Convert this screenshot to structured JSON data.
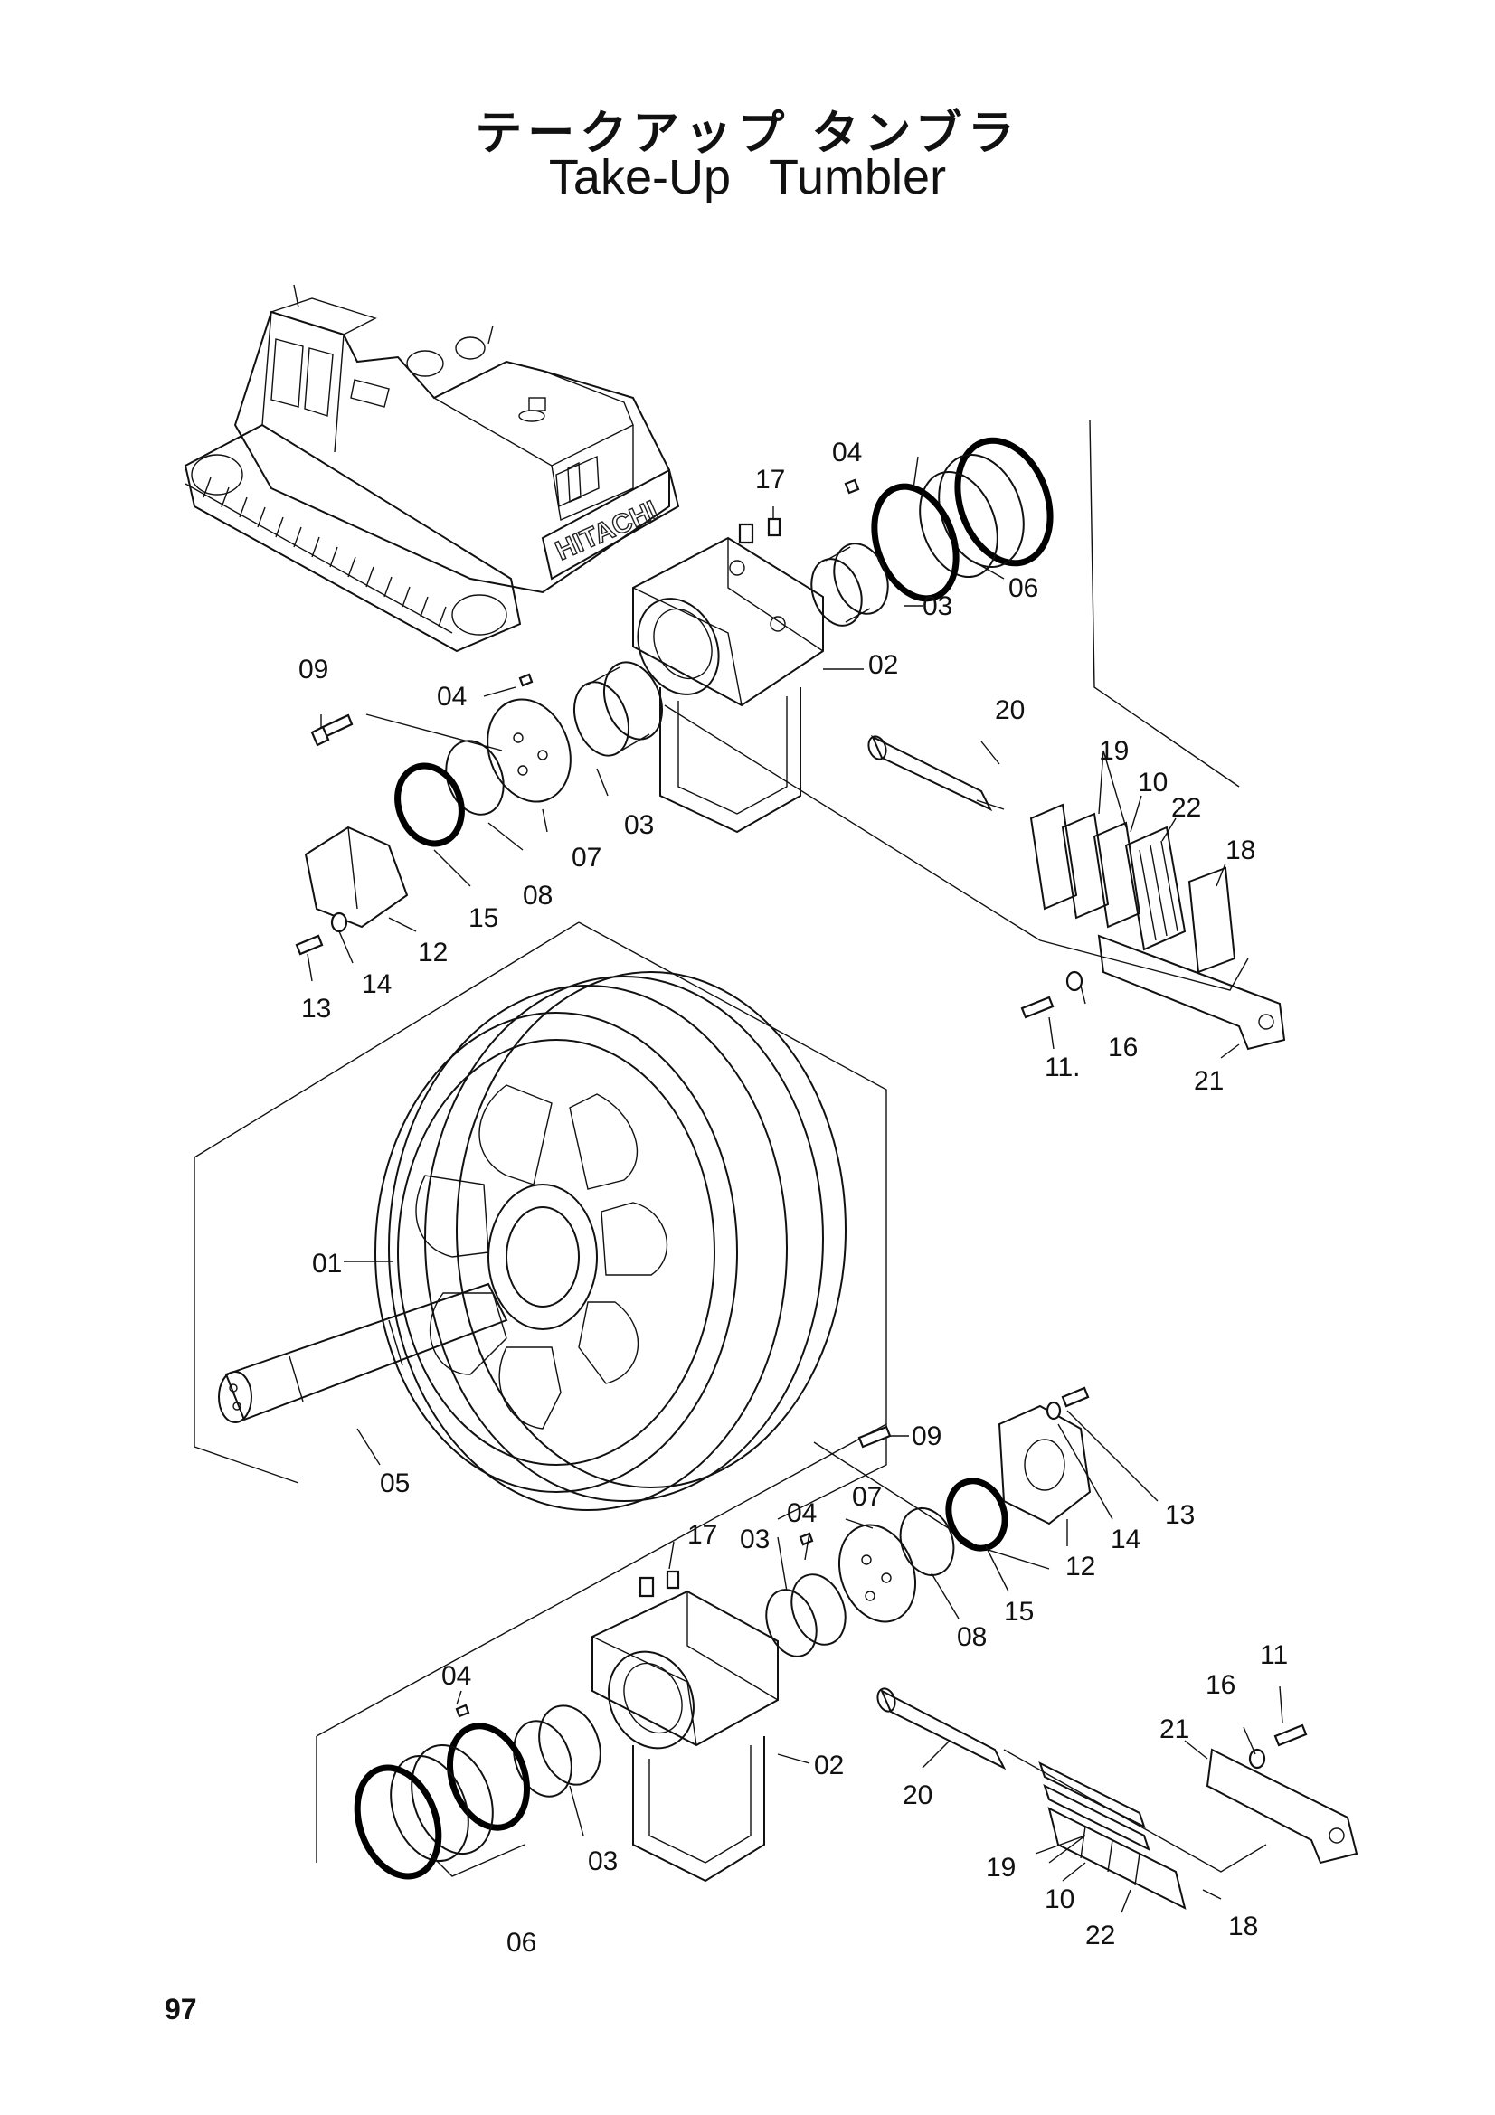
{
  "title": {
    "japanese": "テークアップ タンブラ",
    "english": "Take-Up  Tumbler"
  },
  "page_number": "97",
  "machine_brand": "HITACHI",
  "callouts": {
    "c01": "01",
    "c02a": "02",
    "c02b": "02",
    "c03a": "03",
    "c03b": "03",
    "c03c": "03",
    "c03d": "03",
    "c04a": "04",
    "c04b": "04",
    "c04c": "04",
    "c04d": "04",
    "c05": "05",
    "c06a": "06",
    "c06b": "06",
    "c07a": "07",
    "c07b": "07",
    "c08a": "08",
    "c08b": "08",
    "c09a": "09",
    "c09b": "09",
    "c10a": "10",
    "c10b": "10",
    "c11a": "11.",
    "c11b": "11",
    "c12a": "12",
    "c12b": "12",
    "c13a": "13",
    "c13b": "13",
    "c14a": "14",
    "c14b": "14",
    "c15a": "15",
    "c15b": "15",
    "c16a": "16",
    "c16b": "16",
    "c17a": "17",
    "c17b": "17",
    "c18a": "18",
    "c18b": "18",
    "c19a": "19",
    "c19b": "19",
    "c20a": "20",
    "c20b": "20",
    "c21a": "21",
    "c21b": "21",
    "c22a": "22",
    "c22b": "22"
  }
}
